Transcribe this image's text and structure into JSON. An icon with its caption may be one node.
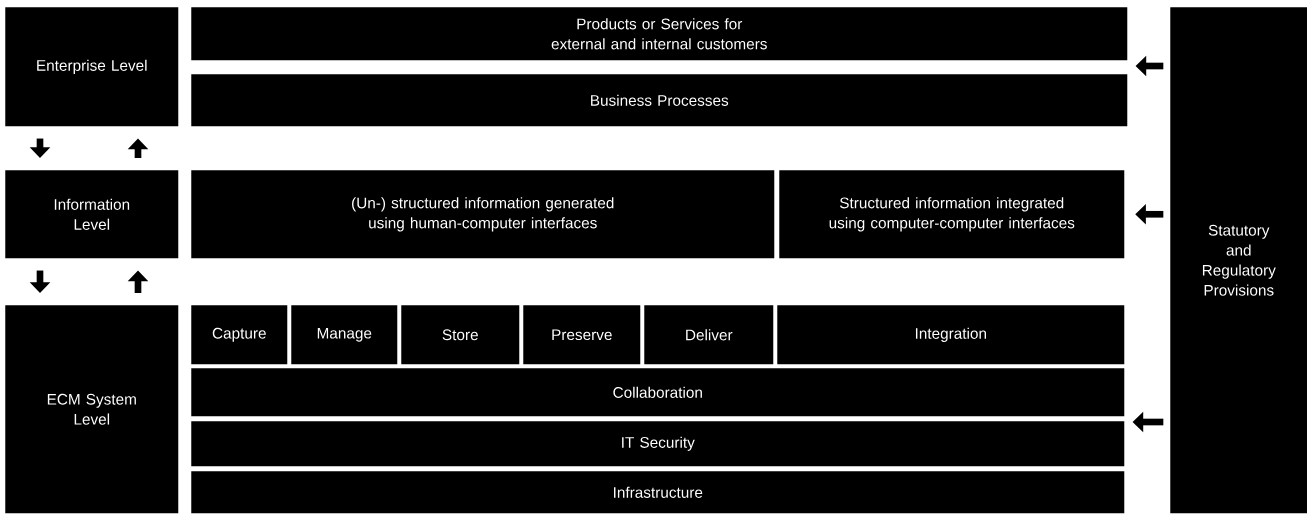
{
  "diagram": {
    "nodes": [
      {
        "text": [
          "Enterprise Level"
        ]
      },
      {
        "text": [
          "Products or Services for external and internal customers"
        ]
      },
      {
        "text": [
          "Business Processes"
        ]
      },
      {
        "text": [
          "Information Level"
        ]
      },
      {
        "text": [
          "(Un-) structured information generated using human-computer interfaces"
        ]
      },
      {
        "text": [
          "Structured information integrated using computer-computer interfaces"
        ]
      },
      {
        "text": [
          "ECM System Level"
        ]
      },
      {
        "text": [
          "Capture"
        ]
      },
      {
        "text": [
          "Manage"
        ]
      },
      {
        "text": [
          "Store"
        ]
      },
      {
        "text": [
          "Preserve"
        ]
      },
      {
        "text": [
          "Deliver"
        ]
      },
      {
        "text": [
          "Integration"
        ]
      },
      {
        "text": [
          "Collaboration"
        ]
      },
      {
        "text": [
          "IT Security"
        ]
      },
      {
        "text": [
          "Infrastructure"
        ]
      },
      {
        "text": [
          "Statutory and Regulatory Provisions"
        ]
      }
    ],
    "edges": [
      {
        "from": 0,
        "to": 3,
        "arrow": "to"
      },
      {
        "from": 3,
        "to": 0,
        "arrow": "to"
      },
      {
        "from": 3,
        "to": 6,
        "arrow": "to"
      },
      {
        "from": 6,
        "to": 3,
        "arrow": "to"
      },
      {
        "from": 16,
        "to": 1,
        "arrow": "to"
      },
      {
        "from": 16,
        "to": 5,
        "arrow": "to"
      },
      {
        "from": 16,
        "to": 14,
        "arrow": "to"
      }
    ]
  }
}
